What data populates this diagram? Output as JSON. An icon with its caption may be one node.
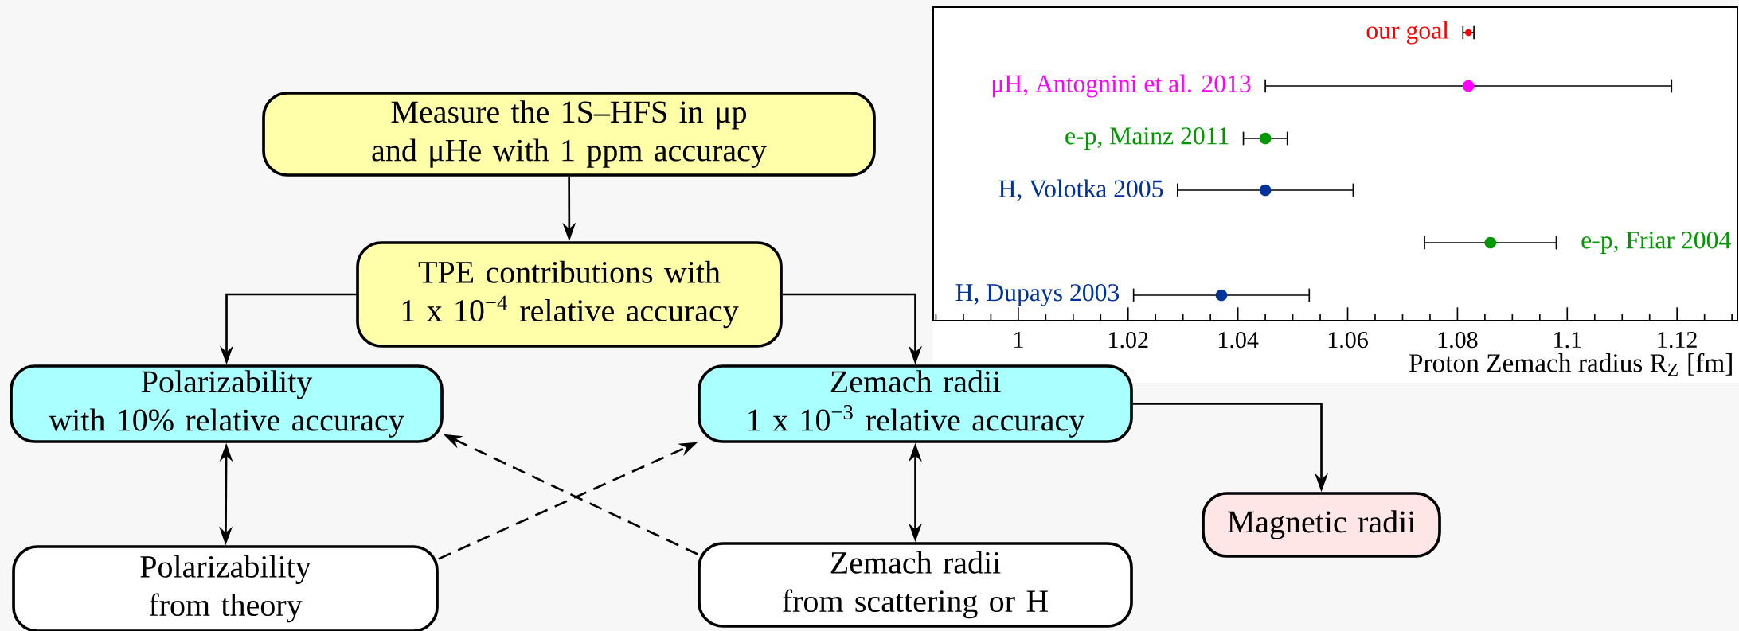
{
  "diagram": {
    "nodes": [
      {
        "text": [
          "Measure the 1S–HFS in μp and μHe with 1 ppm accuracy"
        ]
      },
      {
        "text": [
          "TPE contributions with",
          "1 x 10$^{−4}$ relative accuracy"
        ]
      },
      {
        "text": [
          "Polarizability",
          "with 10% relative accuracy"
        ]
      },
      {
        "text": [
          "Zemach radii",
          "1 x 10$^{−3}$ relative accuracy"
        ]
      },
      {
        "text": [
          "Magnetic radii"
        ]
      },
      {
        "text": [
          "Polarizability",
          "from theory"
        ]
      },
      {
        "text": [
          "Zemach radii",
          "from scattering or H"
        ]
      }
    ],
    "edges": [
      {
        "from": 0,
        "to": 1,
        "arrow": "to"
      },
      {
        "from": 1,
        "to": 2,
        "arrow": "to"
      },
      {
        "from": 1,
        "to": 3,
        "arrow": "to"
      },
      {
        "from": 3,
        "to": 4,
        "arrow": "to"
      },
      {
        "from": 2,
        "to": 5,
        "arrow": "both"
      },
      {
        "from": 3,
        "to": 6,
        "arrow": "both"
      },
      {
        "from": 5,
        "to": 3,
        "arrow": "to",
        "style": "dashed"
      },
      {
        "from": 6,
        "to": 2,
        "arrow": "to",
        "style": "dashed"
      }
    ],
    "labels": [
      "our goal",
      "μH, Antognini et al. 2013",
      "e-p, Mainz 2011",
      "H, Volotka 2005",
      "e-p, Friar 2004",
      "H, Dupays 2003",
      "1",
      "1.02",
      "1.04",
      "1.06",
      "1.08",
      "1.1",
      "1.12",
      "Proton Zemach radius R$_{Z}$ [fm]"
    ]
  }
}
